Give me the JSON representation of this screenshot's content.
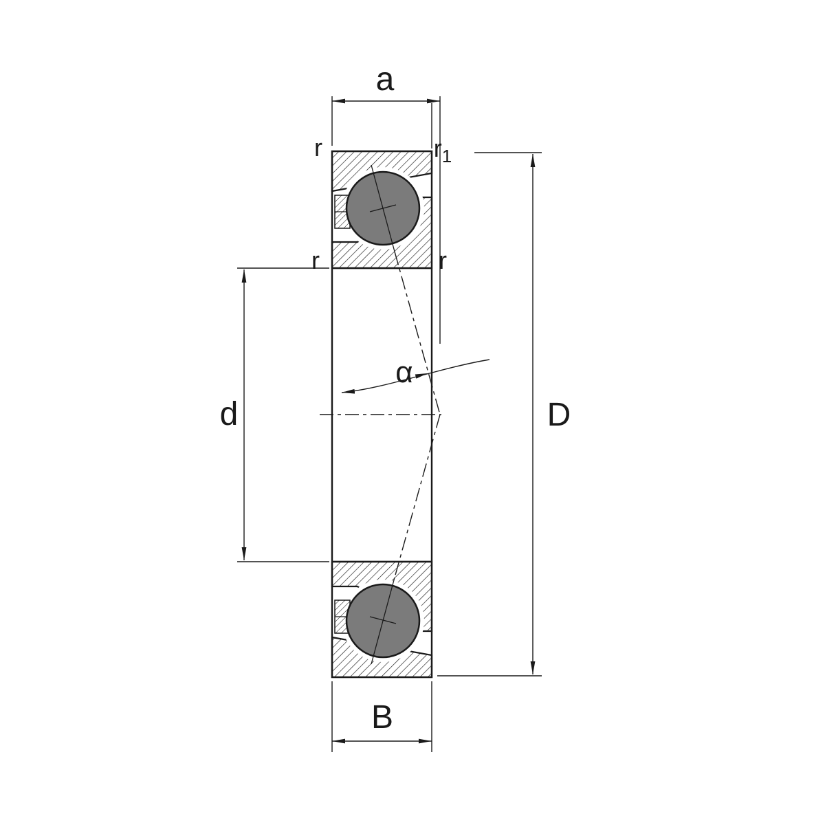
{
  "diagram": {
    "type": "angular-contact-ball-bearing-cross-section",
    "labels": {
      "a": "a",
      "r_top_left": "r",
      "r1_base": "r",
      "r1_sub": "1",
      "r_mid_left": "r",
      "r_mid_right": "r",
      "alpha": "α",
      "d": "d",
      "D": "D",
      "B": "B"
    },
    "colors": {
      "line": "#1a1a1a",
      "ball_fill": "#7b7b7b",
      "background": "#ffffff"
    }
  }
}
